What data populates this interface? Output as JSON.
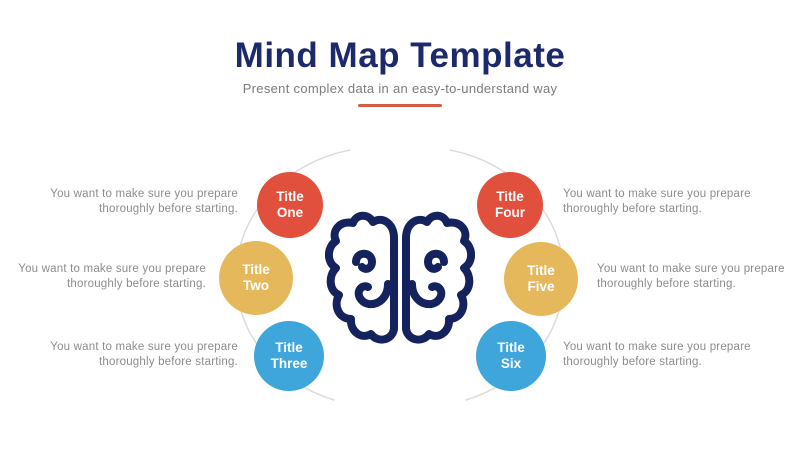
{
  "slide": {
    "title": "Mind Map Template",
    "subtitle": "Present complex data in an easy-to-understand way"
  },
  "colors": {
    "title_navy": "#1C2A6B",
    "subtitle_gray": "#7B7B7B",
    "divider_orange": "#D95B43",
    "body_text_gray": "#8C8C8C",
    "connector_arc_gray": "#DCDCDC",
    "brain_navy": "#14235E",
    "node_red": "#E0503C",
    "node_yellow": "#E5B95B",
    "node_blue": "#3FA6DB"
  },
  "center": {
    "icon": "brain-icon"
  },
  "nodes": [
    {
      "word": "Title",
      "name": "One",
      "side": "left",
      "color": "#E0503C",
      "description": "You want to make sure you prepare thoroughly before starting."
    },
    {
      "word": "Title",
      "name": "Two",
      "side": "left",
      "color": "#E5B95B",
      "description": "You want to make sure you prepare thoroughly before starting."
    },
    {
      "word": "Title",
      "name": "Three",
      "side": "left",
      "color": "#3FA6DB",
      "description": "You want to make sure you prepare thoroughly before starting."
    },
    {
      "word": "Title",
      "name": "Four",
      "side": "right",
      "color": "#E0503C",
      "description": "You want to make sure you prepare thoroughly before starting."
    },
    {
      "word": "Title",
      "name": "Five",
      "side": "right",
      "color": "#E5B95B",
      "description": "You want to make sure you prepare thoroughly before starting."
    },
    {
      "word": "Title",
      "name": "Six",
      "side": "right",
      "color": "#3FA6DB",
      "description": "You want to make sure you prepare thoroughly before starting."
    }
  ]
}
